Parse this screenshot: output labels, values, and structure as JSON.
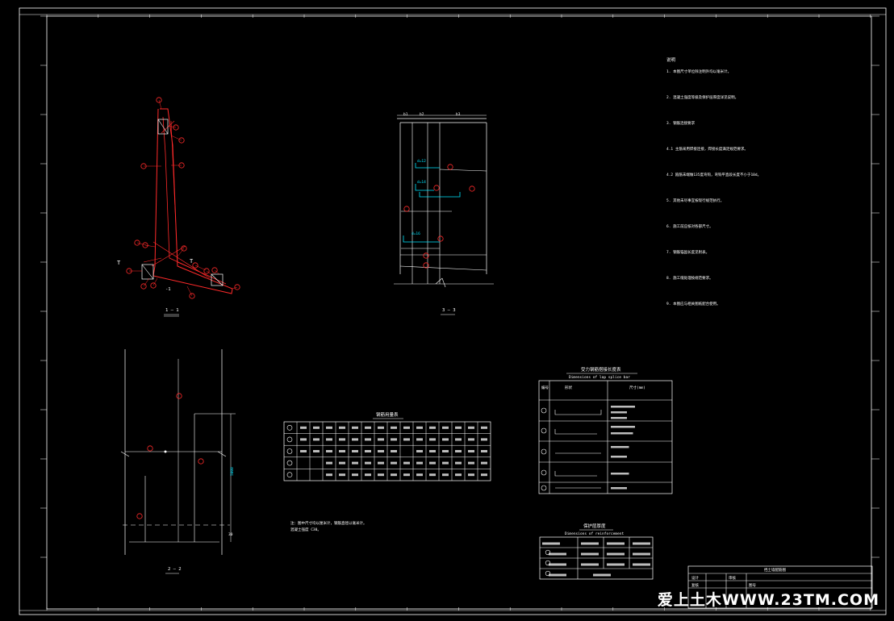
{
  "sections": {
    "s1": "1 — 1",
    "s2": "2 — 2",
    "s3": "3 — 3"
  },
  "labels": {
    "T": "T",
    "neg": "-1"
  },
  "notes_title": "说明",
  "notes_lines": [
    "1. 本图尺寸单位除注明外均以毫米计。",
    "2. 混凝土强度等级及保护层厚度详见说明。",
    "3. 钢筋连接要求",
    "4.1 主筋采用焊接连接，焊接长度满足规范要求。",
    "4.2 箍筋末端做135度弯钩，弯钩平直段长度不小于10d。",
    "5. 其他未尽事宜按现行规范执行。",
    "6. 施工前应核对各部尺寸。",
    "7. 钢筋锚固长度见附表。",
    "8. 施工缝处理按规范要求。",
    "9. 本图应与相关图纸配合使用。"
  ],
  "rebar_table": {
    "title": "钢筋用量表",
    "rows": 5,
    "cols": 16
  },
  "spacing_table": {
    "title": "受力钢筋搭接长度表",
    "subtitle": "Dimensions of lap splice bar",
    "head_col1": "编号",
    "head_col2": "形状",
    "head_col3": "尺寸(mm)",
    "rows": 5
  },
  "cover_table": {
    "title": "保护层厚度",
    "subtitle": "Dimensions of reinforcement",
    "rows": 4,
    "cols": 4
  },
  "bottom_note": "注：图中尺寸均以厘米计，钢筋直径以毫米计。",
  "bottom_note2": "混凝土强度 C30。",
  "title_block": {
    "drawing_title": "挡土墙配筋图",
    "label_design": "设计",
    "label_check": "复核",
    "label_review": "审核",
    "scale": "图号"
  },
  "watermark": "爱上土木WWW.23TM.COM"
}
